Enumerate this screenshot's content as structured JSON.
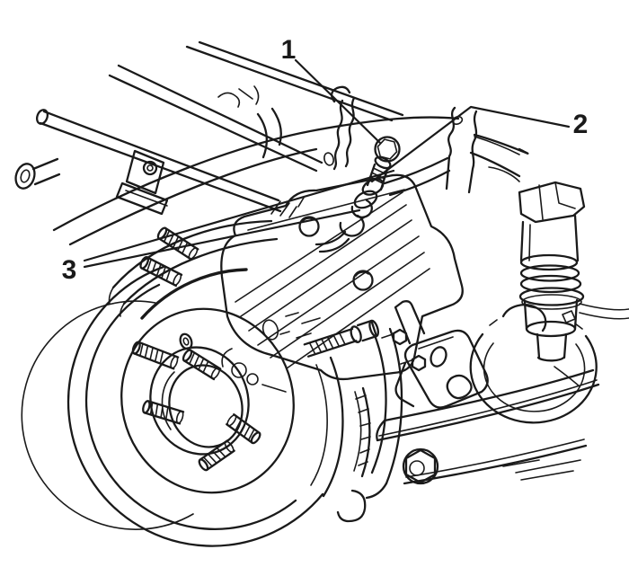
{
  "colors": {
    "line": "#1a1a1a",
    "background": "#ffffff"
  },
  "callouts": {
    "c1": {
      "label": "1"
    },
    "c2": {
      "label": "2"
    },
    "c3": {
      "label": "3"
    }
  }
}
